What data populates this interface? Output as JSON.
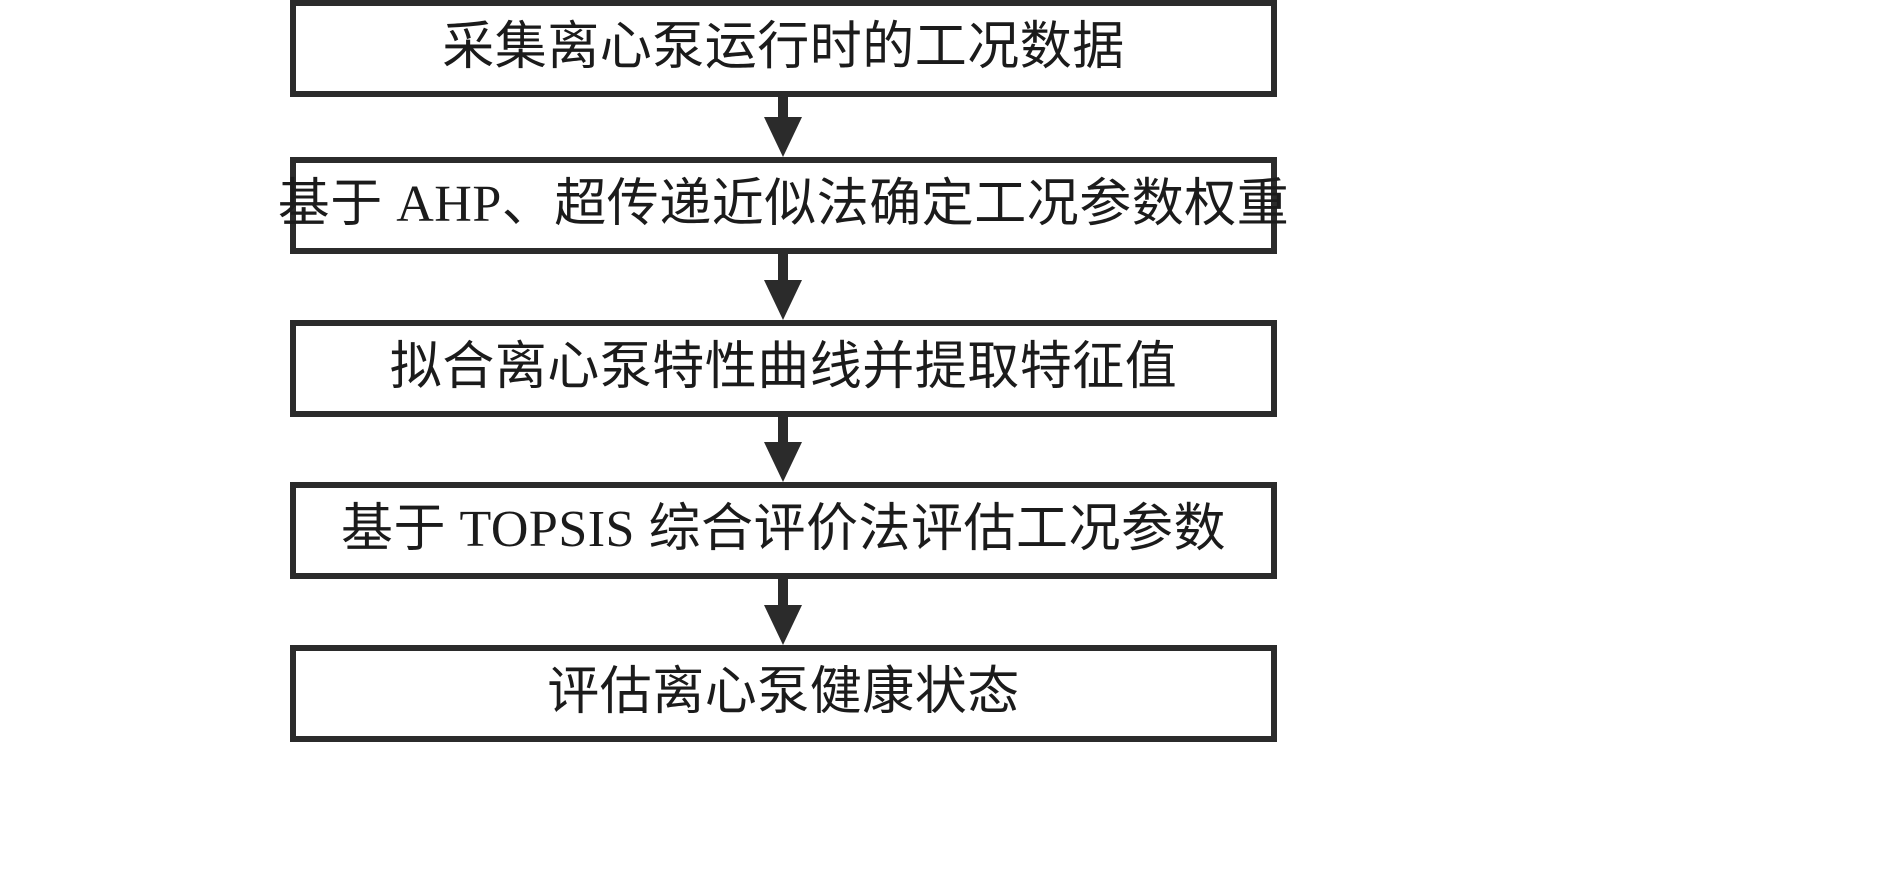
{
  "diagram": {
    "type": "flowchart",
    "orientation": "vertical",
    "colors": {
      "border": "#2b2b2b",
      "text": "#1b1b1b",
      "background": "#ffffff",
      "arrow": "#2b2b2b"
    },
    "nodes": [
      {
        "id": "step-1",
        "label": "采集离心泵运行时的工况数据"
      },
      {
        "id": "step-2",
        "label": "基于 AHP、超传递近似法确定工况参数权重"
      },
      {
        "id": "step-3",
        "label": "拟合离心泵特性曲线并提取特征值"
      },
      {
        "id": "step-4",
        "label": "基于 TOPSIS 综合评价法评估工况参数"
      },
      {
        "id": "step-5",
        "label": "评估离心泵健康状态"
      }
    ],
    "connectors": [
      {
        "id": "arrow-1",
        "from": "step-1",
        "to": "step-2",
        "icon": "down-arrow-icon"
      },
      {
        "id": "arrow-2",
        "from": "step-2",
        "to": "step-3",
        "icon": "down-arrow-icon"
      },
      {
        "id": "arrow-3",
        "from": "step-3",
        "to": "step-4",
        "icon": "down-arrow-icon"
      },
      {
        "id": "arrow-4",
        "from": "step-4",
        "to": "step-5",
        "icon": "down-arrow-icon"
      }
    ]
  }
}
